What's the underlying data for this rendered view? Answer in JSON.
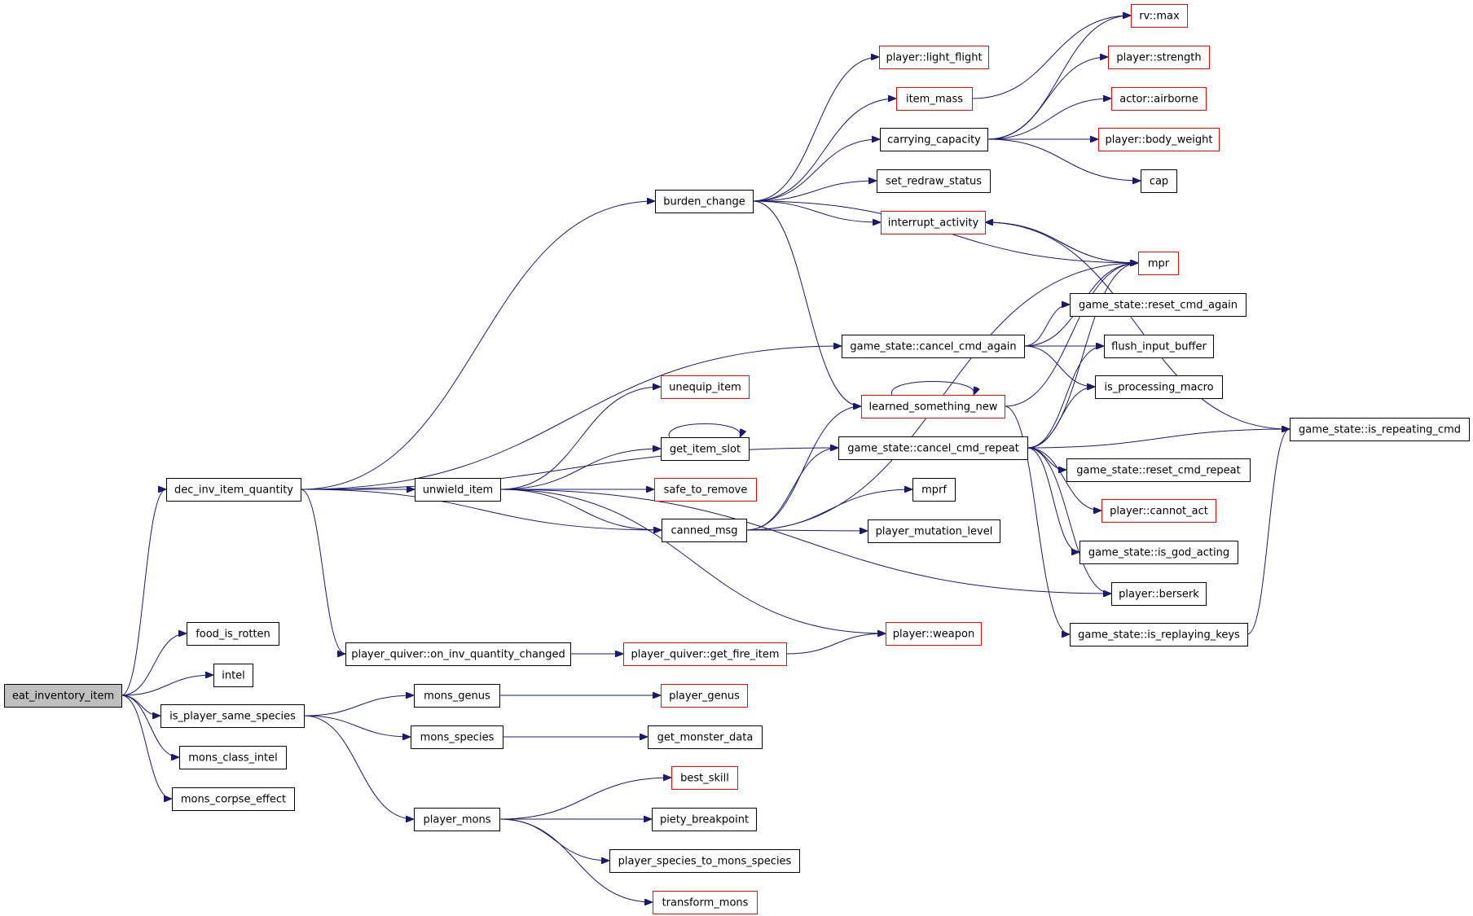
{
  "diagram": {
    "type": "call-graph",
    "edge_color": "#191970",
    "node_border_default": "#000000",
    "node_border_undocumented": "#ff0000",
    "root_fill": "#bfbfbf",
    "nodes": [
      {
        "id": "eat_inventory_item",
        "label": "eat_inventory_item",
        "style": "root"
      },
      {
        "id": "dec_inv_item_quantity",
        "label": "dec_inv_item_quantity",
        "style": "normal"
      },
      {
        "id": "food_is_rotten",
        "label": "food_is_rotten",
        "style": "normal"
      },
      {
        "id": "intel",
        "label": "intel",
        "style": "normal"
      },
      {
        "id": "is_player_same_species",
        "label": "is_player_same_species",
        "style": "normal"
      },
      {
        "id": "mons_class_intel",
        "label": "mons_class_intel",
        "style": "normal"
      },
      {
        "id": "mons_corpse_effect",
        "label": "mons_corpse_effect",
        "style": "normal"
      },
      {
        "id": "burden_change",
        "label": "burden_change",
        "style": "normal"
      },
      {
        "id": "unwield_item",
        "label": "unwield_item",
        "style": "normal"
      },
      {
        "id": "on_inv_quantity_changed",
        "label": "player_quiver::on_inv_quantity_changed",
        "style": "normal"
      },
      {
        "id": "mons_genus",
        "label": "mons_genus",
        "style": "normal"
      },
      {
        "id": "mons_species",
        "label": "mons_species",
        "style": "normal"
      },
      {
        "id": "player_mons",
        "label": "player_mons",
        "style": "normal"
      },
      {
        "id": "light_flight",
        "label": "player::light_flight",
        "style": "external"
      },
      {
        "id": "item_mass",
        "label": "item_mass",
        "style": "external"
      },
      {
        "id": "carrying_capacity",
        "label": "carrying_capacity",
        "style": "normal"
      },
      {
        "id": "set_redraw_status",
        "label": "set_redraw_status",
        "style": "normal"
      },
      {
        "id": "interrupt_activity",
        "label": "interrupt_activity",
        "style": "external"
      },
      {
        "id": "cancel_cmd_again",
        "label": "game_state::cancel_cmd_again",
        "style": "normal"
      },
      {
        "id": "unequip_item",
        "label": "unequip_item",
        "style": "external"
      },
      {
        "id": "get_item_slot",
        "label": "get_item_slot",
        "style": "normal"
      },
      {
        "id": "learned_something_new",
        "label": "learned_something_new",
        "style": "external"
      },
      {
        "id": "cancel_cmd_repeat",
        "label": "game_state::cancel_cmd_repeat",
        "style": "normal"
      },
      {
        "id": "safe_to_remove",
        "label": "safe_to_remove",
        "style": "external"
      },
      {
        "id": "mprf",
        "label": "mprf",
        "style": "normal"
      },
      {
        "id": "canned_msg",
        "label": "canned_msg",
        "style": "normal"
      },
      {
        "id": "player_mutation_level",
        "label": "player_mutation_level",
        "style": "normal"
      },
      {
        "id": "weapon",
        "label": "player::weapon",
        "style": "external"
      },
      {
        "id": "get_fire_item",
        "label": "player_quiver::get_fire_item",
        "style": "external"
      },
      {
        "id": "player_genus",
        "label": "player_genus",
        "style": "external"
      },
      {
        "id": "get_monster_data",
        "label": "get_monster_data",
        "style": "normal"
      },
      {
        "id": "best_skill",
        "label": "best_skill",
        "style": "external"
      },
      {
        "id": "piety_breakpoint",
        "label": "piety_breakpoint",
        "style": "normal"
      },
      {
        "id": "species_to_mons",
        "label": "player_species_to_mons_species",
        "style": "normal"
      },
      {
        "id": "transform_mons",
        "label": "transform_mons",
        "style": "external"
      },
      {
        "id": "rv_max",
        "label": "rv::max",
        "style": "external"
      },
      {
        "id": "strength",
        "label": "player::strength",
        "style": "external"
      },
      {
        "id": "airborne",
        "label": "actor::airborne",
        "style": "external"
      },
      {
        "id": "body_weight",
        "label": "player::body_weight",
        "style": "external"
      },
      {
        "id": "cap",
        "label": "cap",
        "style": "normal"
      },
      {
        "id": "mpr",
        "label": "mpr",
        "style": "external"
      },
      {
        "id": "reset_cmd_again",
        "label": "game_state::reset_cmd_again",
        "style": "normal"
      },
      {
        "id": "flush_input_buffer",
        "label": "flush_input_buffer",
        "style": "normal"
      },
      {
        "id": "is_processing_macro",
        "label": "is_processing_macro",
        "style": "normal"
      },
      {
        "id": "reset_cmd_repeat",
        "label": "game_state::reset_cmd_repeat",
        "style": "normal"
      },
      {
        "id": "cannot_act",
        "label": "player::cannot_act",
        "style": "external"
      },
      {
        "id": "is_god_acting",
        "label": "game_state::is_god_acting",
        "style": "normal"
      },
      {
        "id": "berserk",
        "label": "player::berserk",
        "style": "normal"
      },
      {
        "id": "is_replaying_keys",
        "label": "game_state::is_replaying_keys",
        "style": "normal"
      },
      {
        "id": "is_repeating_cmd",
        "label": "game_state::is_repeating_cmd",
        "style": "normal"
      }
    ],
    "edges": [
      [
        "eat_inventory_item",
        "dec_inv_item_quantity"
      ],
      [
        "eat_inventory_item",
        "food_is_rotten"
      ],
      [
        "eat_inventory_item",
        "intel"
      ],
      [
        "eat_inventory_item",
        "is_player_same_species"
      ],
      [
        "eat_inventory_item",
        "mons_class_intel"
      ],
      [
        "eat_inventory_item",
        "mons_corpse_effect"
      ],
      [
        "dec_inv_item_quantity",
        "burden_change"
      ],
      [
        "dec_inv_item_quantity",
        "cancel_cmd_again"
      ],
      [
        "dec_inv_item_quantity",
        "cancel_cmd_repeat"
      ],
      [
        "dec_inv_item_quantity",
        "unwield_item"
      ],
      [
        "dec_inv_item_quantity",
        "canned_msg"
      ],
      [
        "dec_inv_item_quantity",
        "on_inv_quantity_changed"
      ],
      [
        "burden_change",
        "light_flight"
      ],
      [
        "burden_change",
        "item_mass"
      ],
      [
        "burden_change",
        "carrying_capacity"
      ],
      [
        "burden_change",
        "set_redraw_status"
      ],
      [
        "burden_change",
        "interrupt_activity"
      ],
      [
        "burden_change",
        "mpr"
      ],
      [
        "burden_change",
        "learned_something_new"
      ],
      [
        "item_mass",
        "rv_max"
      ],
      [
        "carrying_capacity",
        "rv_max"
      ],
      [
        "carrying_capacity",
        "strength"
      ],
      [
        "carrying_capacity",
        "airborne"
      ],
      [
        "carrying_capacity",
        "body_weight"
      ],
      [
        "carrying_capacity",
        "cap"
      ],
      [
        "interrupt_activity",
        "mpr"
      ],
      [
        "interrupt_activity",
        "is_repeating_cmd"
      ],
      [
        "mpr",
        "interrupt_activity"
      ],
      [
        "cancel_cmd_again",
        "reset_cmd_again"
      ],
      [
        "cancel_cmd_again",
        "flush_input_buffer"
      ],
      [
        "cancel_cmd_again",
        "is_processing_macro"
      ],
      [
        "cancel_cmd_again",
        "mpr"
      ],
      [
        "learned_something_new",
        "learned_something_new"
      ],
      [
        "learned_something_new",
        "mpr"
      ],
      [
        "learned_something_new",
        "is_replaying_keys"
      ],
      [
        "cancel_cmd_repeat",
        "mpr"
      ],
      [
        "cancel_cmd_repeat",
        "flush_input_buffer"
      ],
      [
        "cancel_cmd_repeat",
        "is_processing_macro"
      ],
      [
        "cancel_cmd_repeat",
        "is_repeating_cmd"
      ],
      [
        "cancel_cmd_repeat",
        "reset_cmd_repeat"
      ],
      [
        "cancel_cmd_repeat",
        "cannot_act"
      ],
      [
        "cancel_cmd_repeat",
        "is_god_acting"
      ],
      [
        "cancel_cmd_repeat",
        "berserk"
      ],
      [
        "unwield_item",
        "unequip_item"
      ],
      [
        "unwield_item",
        "get_item_slot"
      ],
      [
        "unwield_item",
        "safe_to_remove"
      ],
      [
        "unwield_item",
        "canned_msg"
      ],
      [
        "unwield_item",
        "berserk"
      ],
      [
        "unwield_item",
        "weapon"
      ],
      [
        "get_item_slot",
        "get_item_slot"
      ],
      [
        "canned_msg",
        "mpr"
      ],
      [
        "canned_msg",
        "learned_something_new"
      ],
      [
        "canned_msg",
        "cancel_cmd_repeat"
      ],
      [
        "canned_msg",
        "mprf"
      ],
      [
        "canned_msg",
        "player_mutation_level"
      ],
      [
        "on_inv_quantity_changed",
        "get_fire_item"
      ],
      [
        "get_fire_item",
        "weapon"
      ],
      [
        "is_player_same_species",
        "mons_genus"
      ],
      [
        "is_player_same_species",
        "mons_species"
      ],
      [
        "is_player_same_species",
        "player_mons"
      ],
      [
        "mons_genus",
        "player_genus"
      ],
      [
        "mons_species",
        "get_monster_data"
      ],
      [
        "player_mons",
        "best_skill"
      ],
      [
        "player_mons",
        "piety_breakpoint"
      ],
      [
        "player_mons",
        "species_to_mons"
      ],
      [
        "player_mons",
        "transform_mons"
      ],
      [
        "is_replaying_keys",
        "is_repeating_cmd"
      ]
    ]
  }
}
